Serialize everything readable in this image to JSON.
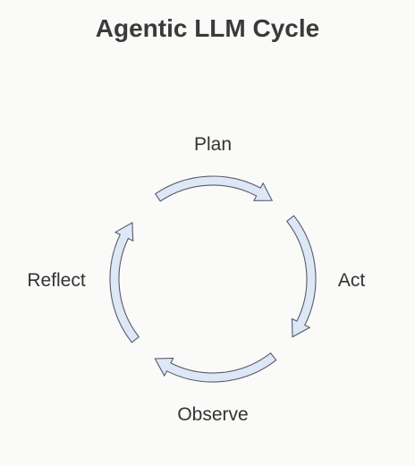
{
  "title": "Agentic LLM Cycle",
  "stages": [
    {
      "name": "Plan"
    },
    {
      "name": "Act"
    },
    {
      "name": "Observe"
    },
    {
      "name": "Reflect"
    }
  ],
  "arrow_fill": "#dce8f6",
  "arrow_stroke": "#5a5a6a",
  "text_color": "#333333"
}
